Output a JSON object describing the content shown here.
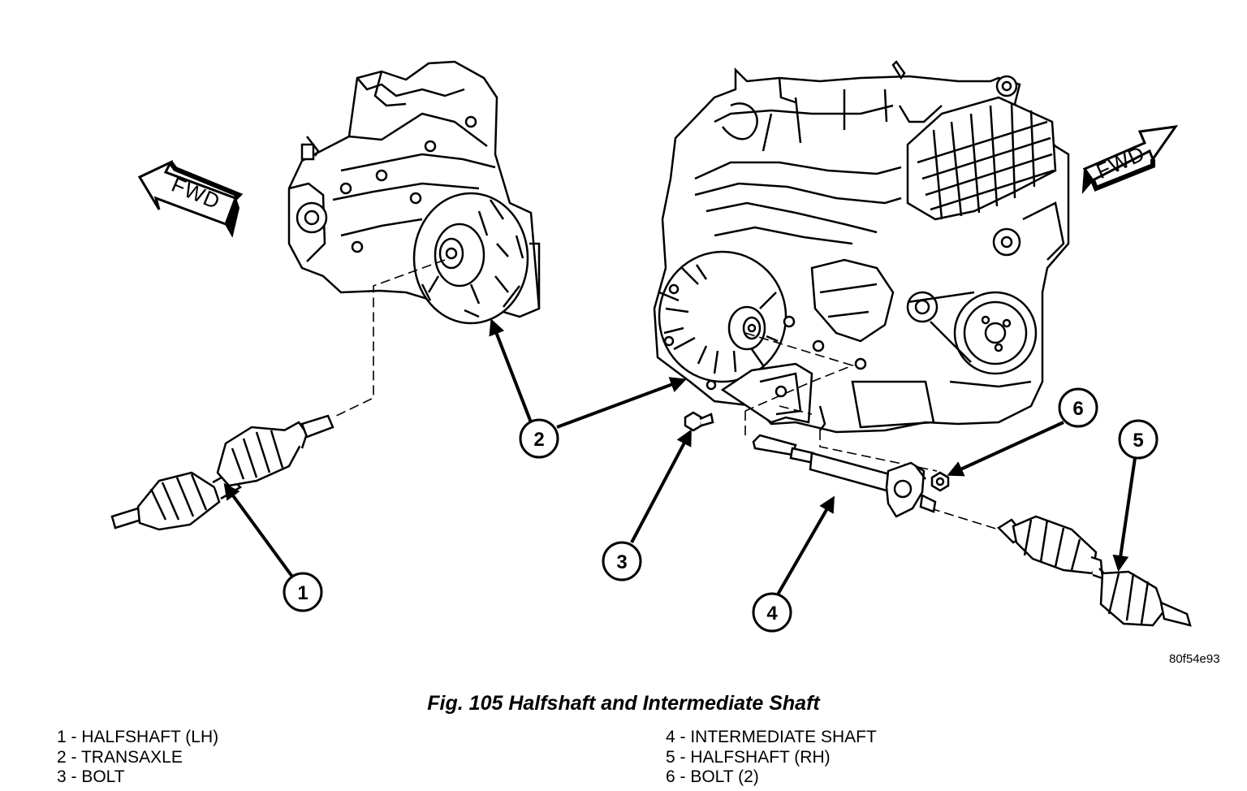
{
  "fwd_arrows": [
    {
      "label": "FWD",
      "direction": "rear-left"
    },
    {
      "label": "FWD",
      "direction": "rear-right"
    }
  ],
  "callouts": [
    {
      "number": "1",
      "part": "halfshaft-lh"
    },
    {
      "number": "2",
      "part": "transaxle"
    },
    {
      "number": "3",
      "part": "bolt"
    },
    {
      "number": "4",
      "part": "intermediate-shaft"
    },
    {
      "number": "5",
      "part": "halfshaft-rh"
    },
    {
      "number": "6",
      "part": "bolt"
    }
  ],
  "figure_code": "80f54e93",
  "caption": "Fig. 105 Halfshaft and Intermediate Shaft",
  "legend": {
    "left": [
      "1 - HALFSHAFT (LH)",
      "2 - TRANSAXLE",
      "3 - BOLT"
    ],
    "right": [
      "4 - INTERMEDIATE SHAFT",
      "5 - HALFSHAFT (RH)",
      "6 - BOLT (2)"
    ]
  },
  "colors": {
    "ink": "#000000",
    "paper": "#ffffff"
  }
}
